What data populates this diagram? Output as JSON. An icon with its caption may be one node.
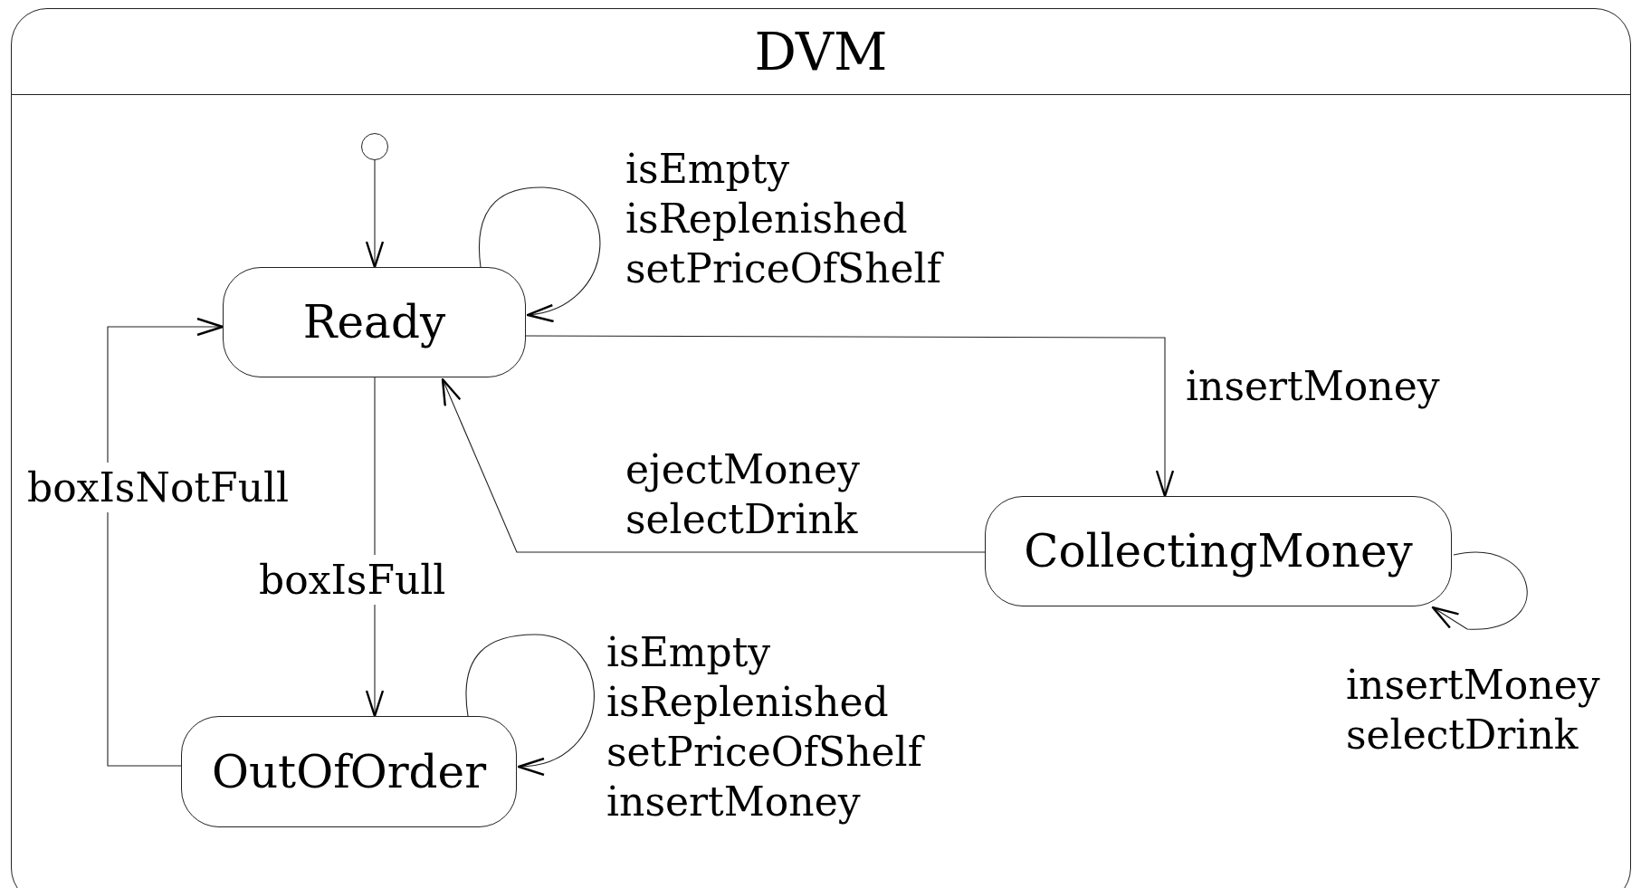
{
  "diagram": {
    "nodes": [
      {
        "text": [
          "DVM"
        ]
      },
      {
        "text": [],
        "shape": "circle",
        "in": 0
      },
      {
        "text": [
          "Ready"
        ],
        "in": 0
      },
      {
        "text": [
          "CollectingMoney"
        ],
        "in": 0
      },
      {
        "text": [
          "OutOfOrder"
        ],
        "in": 0
      }
    ],
    "edges": [
      {
        "from": 1,
        "to": 2,
        "arrow": "to"
      },
      {
        "from": 2,
        "to": 2,
        "arrow": "to",
        "label": "isEmpty isReplenished setPriceOfShelf"
      },
      {
        "from": 2,
        "to": 3,
        "arrow": "to",
        "label": "insertMoney"
      },
      {
        "from": 3,
        "to": 2,
        "arrow": "to",
        "label": "ejectMoney selectDrink"
      },
      {
        "from": 3,
        "to": 3,
        "arrow": "to",
        "label": "insertMoney selectDrink"
      },
      {
        "from": 2,
        "to": 4,
        "arrow": "to",
        "label": "boxIsFull"
      },
      {
        "from": 4,
        "to": 4,
        "arrow": "to",
        "label": "isEmpty isReplenished setPriceOfShelf insertMoney"
      },
      {
        "from": 4,
        "to": 2,
        "arrow": "to",
        "label": "boxIsNotFull"
      }
    ]
  }
}
